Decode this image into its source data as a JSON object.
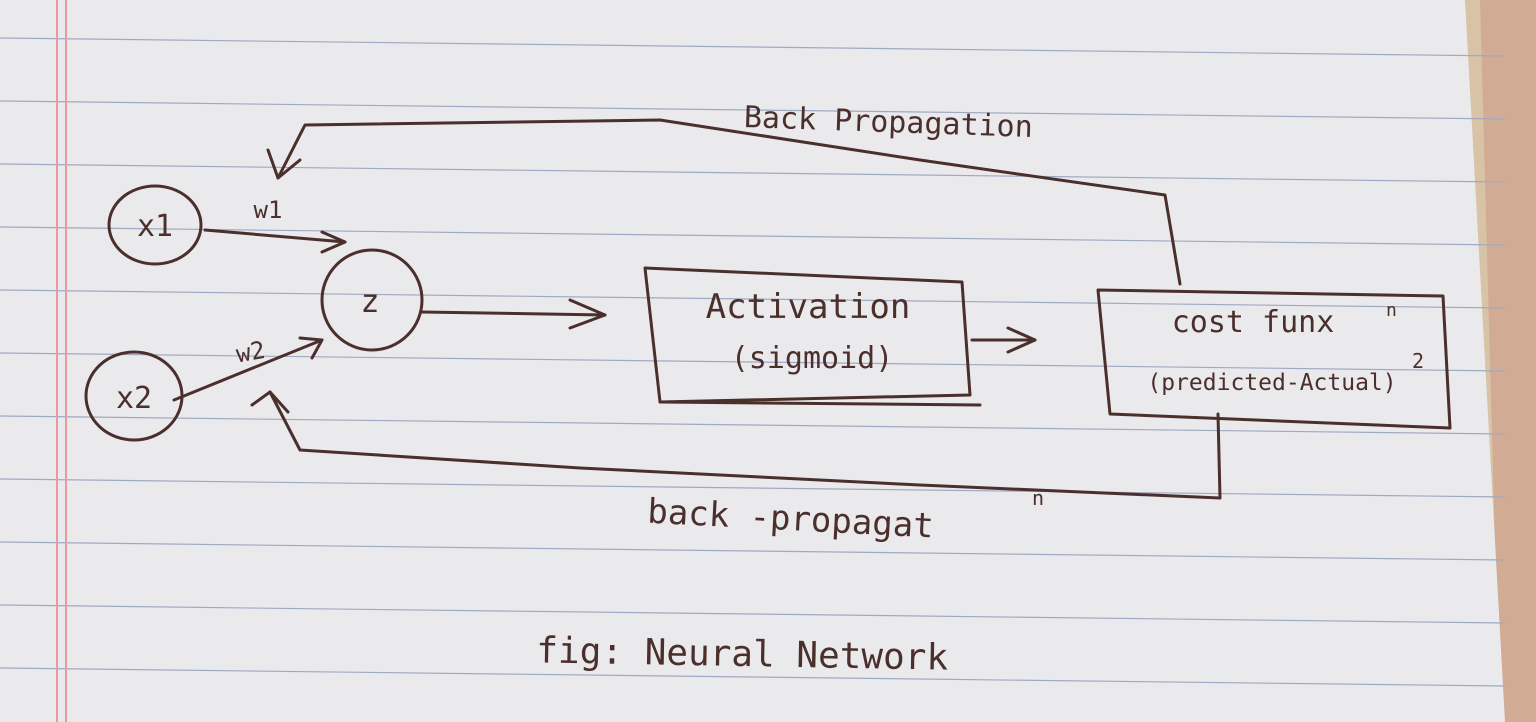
{
  "diagram": {
    "inputs": {
      "x1": "x1",
      "x2": "x2"
    },
    "weights": {
      "w1": "w1",
      "w2": "w2"
    },
    "sum_node": "z",
    "activation_box": {
      "line1": "Activation",
      "line2": "(sigmoid)"
    },
    "cost_box": {
      "line1": "cost funx",
      "line1_super": "n",
      "line2": "(predicted-Actual)",
      "line2_super": "2"
    },
    "top_arrow_label": "Back Propagation",
    "bottom_arrow_label": "back -propagat",
    "bottom_arrow_super": "n",
    "caption": "fig: Neural Network"
  },
  "colors": {
    "ink": "#4a2f2c",
    "paper": "#eaeaec",
    "rule_line": "#9fa9c2",
    "margin_line": "#e79aa0",
    "fabric": "#d9c3a6"
  }
}
